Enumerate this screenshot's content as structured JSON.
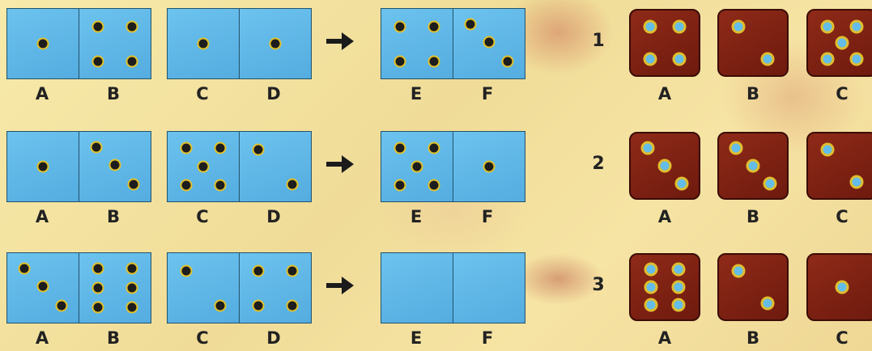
{
  "rows": [
    {
      "number": "1",
      "left_dominoes": [
        {
          "halves": [
            1,
            4
          ],
          "labels": [
            "A",
            "B"
          ]
        },
        {
          "halves": [
            1,
            1
          ],
          "labels": [
            "C",
            "D"
          ]
        }
      ],
      "result_domino": {
        "halves": [
          4,
          3
        ],
        "labels": [
          "E",
          "F"
        ]
      },
      "dice": [
        {
          "label": "A",
          "value": 4
        },
        {
          "label": "B",
          "value": 2
        },
        {
          "label": "C",
          "value": 5
        }
      ]
    },
    {
      "number": "2",
      "left_dominoes": [
        {
          "halves": [
            1,
            3
          ],
          "labels": [
            "A",
            "B"
          ]
        },
        {
          "halves": [
            5,
            2
          ],
          "labels": [
            "C",
            "D"
          ]
        }
      ],
      "result_domino": {
        "halves": [
          5,
          1
        ],
        "labels": [
          "E",
          "F"
        ]
      },
      "dice": [
        {
          "label": "A",
          "value": 3
        },
        {
          "label": "B",
          "value": 3
        },
        {
          "label": "C",
          "value": 2
        }
      ]
    },
    {
      "number": "3",
      "left_dominoes": [
        {
          "halves": [
            3,
            6
          ],
          "labels": [
            "A",
            "B"
          ]
        },
        {
          "halves": [
            2,
            4
          ],
          "labels": [
            "C",
            "D"
          ]
        }
      ],
      "result_domino": {
        "halves": [
          0,
          0
        ],
        "labels": [
          "E",
          "F"
        ]
      },
      "dice": [
        {
          "label": "A",
          "value": 6
        },
        {
          "label": "B",
          "value": 2
        },
        {
          "label": "C",
          "value": 1
        }
      ]
    }
  ],
  "colors": {
    "domino_face": "#5cb5e3",
    "domino_pip": "#1d1d1d",
    "pip_ring": "#e2c12a",
    "die_face": "#7a1f12",
    "die_pip": "#64bde8",
    "background": "#f4e4a0"
  },
  "icons": {
    "arrow": "right-arrow-icon"
  }
}
